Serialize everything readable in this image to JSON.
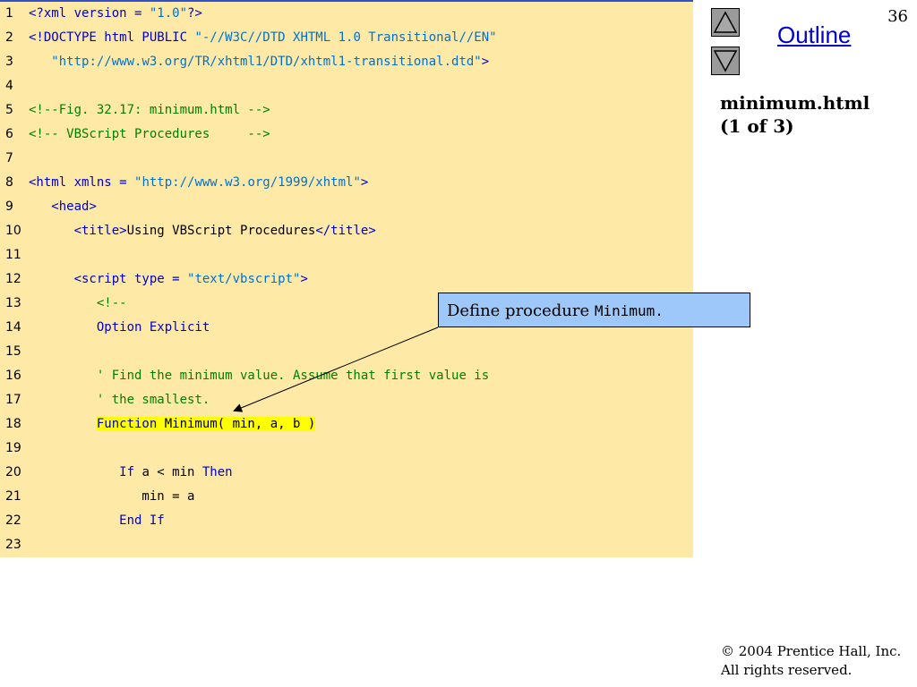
{
  "page_number": "36",
  "outline": "Outline",
  "file": {
    "name": "minimum.html",
    "part": "(1 of 3)"
  },
  "callout": {
    "text": "Define procedure ",
    "code": "Minimum."
  },
  "footer": {
    "copyright": "© 2004 Prentice Hall, Inc.",
    "rights": "All rights reserved."
  },
  "icons": {
    "up": "triangle-up-icon",
    "down": "triangle-down-icon"
  },
  "colors": {
    "code_bg": "#ffe9a6",
    "keyword": "#0000c8",
    "string": "#0070d0",
    "comment": "#008000",
    "callout_bg": "#9fc8fa",
    "highlight": "#ffff00"
  },
  "code_lines": [
    {
      "num": "1",
      "segments": [
        [
          "k",
          "<?xml version = "
        ],
        [
          "s",
          "\"1.0\""
        ],
        [
          "k",
          "?>"
        ]
      ]
    },
    {
      "num": "2",
      "segments": [
        [
          "k",
          "<!DOCTYPE html PUBLIC "
        ],
        [
          "s",
          "\"-//W3C//DTD XHTML 1.0 Transitional//EN\""
        ]
      ]
    },
    {
      "num": "3",
      "segments": [
        [
          "p",
          "   "
        ],
        [
          "s",
          "\"http://www.w3.org/TR/xhtml1/DTD/xhtml1-transitional.dtd\""
        ],
        [
          "k",
          ">"
        ]
      ]
    },
    {
      "num": "4",
      "segments": []
    },
    {
      "num": "5",
      "segments": [
        [
          "c",
          "<!--Fig. 32.17: minimum.html -->"
        ]
      ]
    },
    {
      "num": "6",
      "segments": [
        [
          "c",
          "<!-- VBScript Procedures     -->"
        ]
      ]
    },
    {
      "num": "7",
      "segments": []
    },
    {
      "num": "8",
      "segments": [
        [
          "k",
          "<html xmlns = "
        ],
        [
          "s",
          "\"http://www.w3.org/1999/xhtml\""
        ],
        [
          "k",
          ">"
        ]
      ]
    },
    {
      "num": "9",
      "segments": [
        [
          "p",
          "   "
        ],
        [
          "k",
          "<head>"
        ]
      ]
    },
    {
      "num": "10",
      "segments": [
        [
          "p",
          "      "
        ],
        [
          "k",
          "<title>"
        ],
        [
          "p",
          "Using VBScript Procedures"
        ],
        [
          "k",
          "</title>"
        ]
      ]
    },
    {
      "num": "11",
      "segments": []
    },
    {
      "num": "12",
      "segments": [
        [
          "p",
          "      "
        ],
        [
          "k",
          "<script type = "
        ],
        [
          "s",
          "\"text/vbscript\""
        ],
        [
          "k",
          ">"
        ]
      ]
    },
    {
      "num": "13",
      "segments": [
        [
          "p",
          "         "
        ],
        [
          "c",
          "<!--"
        ]
      ]
    },
    {
      "num": "14",
      "segments": [
        [
          "p",
          "         "
        ],
        [
          "k",
          "Option Explicit"
        ]
      ]
    },
    {
      "num": "15",
      "segments": []
    },
    {
      "num": "16",
      "segments": [
        [
          "p",
          "         "
        ],
        [
          "c",
          "' Find the minimum value. Assume that first value is"
        ]
      ]
    },
    {
      "num": "17",
      "segments": [
        [
          "p",
          "         "
        ],
        [
          "c",
          "' the smallest."
        ]
      ]
    },
    {
      "num": "18",
      "segments": [
        [
          "p",
          "         "
        ],
        [
          "kh",
          "Function "
        ],
        [
          "ph",
          "Minimum( min, a, b )"
        ]
      ]
    },
    {
      "num": "19",
      "segments": []
    },
    {
      "num": "20",
      "segments": [
        [
          "p",
          "            "
        ],
        [
          "k",
          "If"
        ],
        [
          "p",
          " a < min "
        ],
        [
          "k",
          "Then"
        ]
      ]
    },
    {
      "num": "21",
      "segments": [
        [
          "p",
          "               min = a"
        ]
      ]
    },
    {
      "num": "22",
      "segments": [
        [
          "p",
          "            "
        ],
        [
          "k",
          "End If"
        ]
      ]
    },
    {
      "num": "23",
      "segments": []
    }
  ]
}
